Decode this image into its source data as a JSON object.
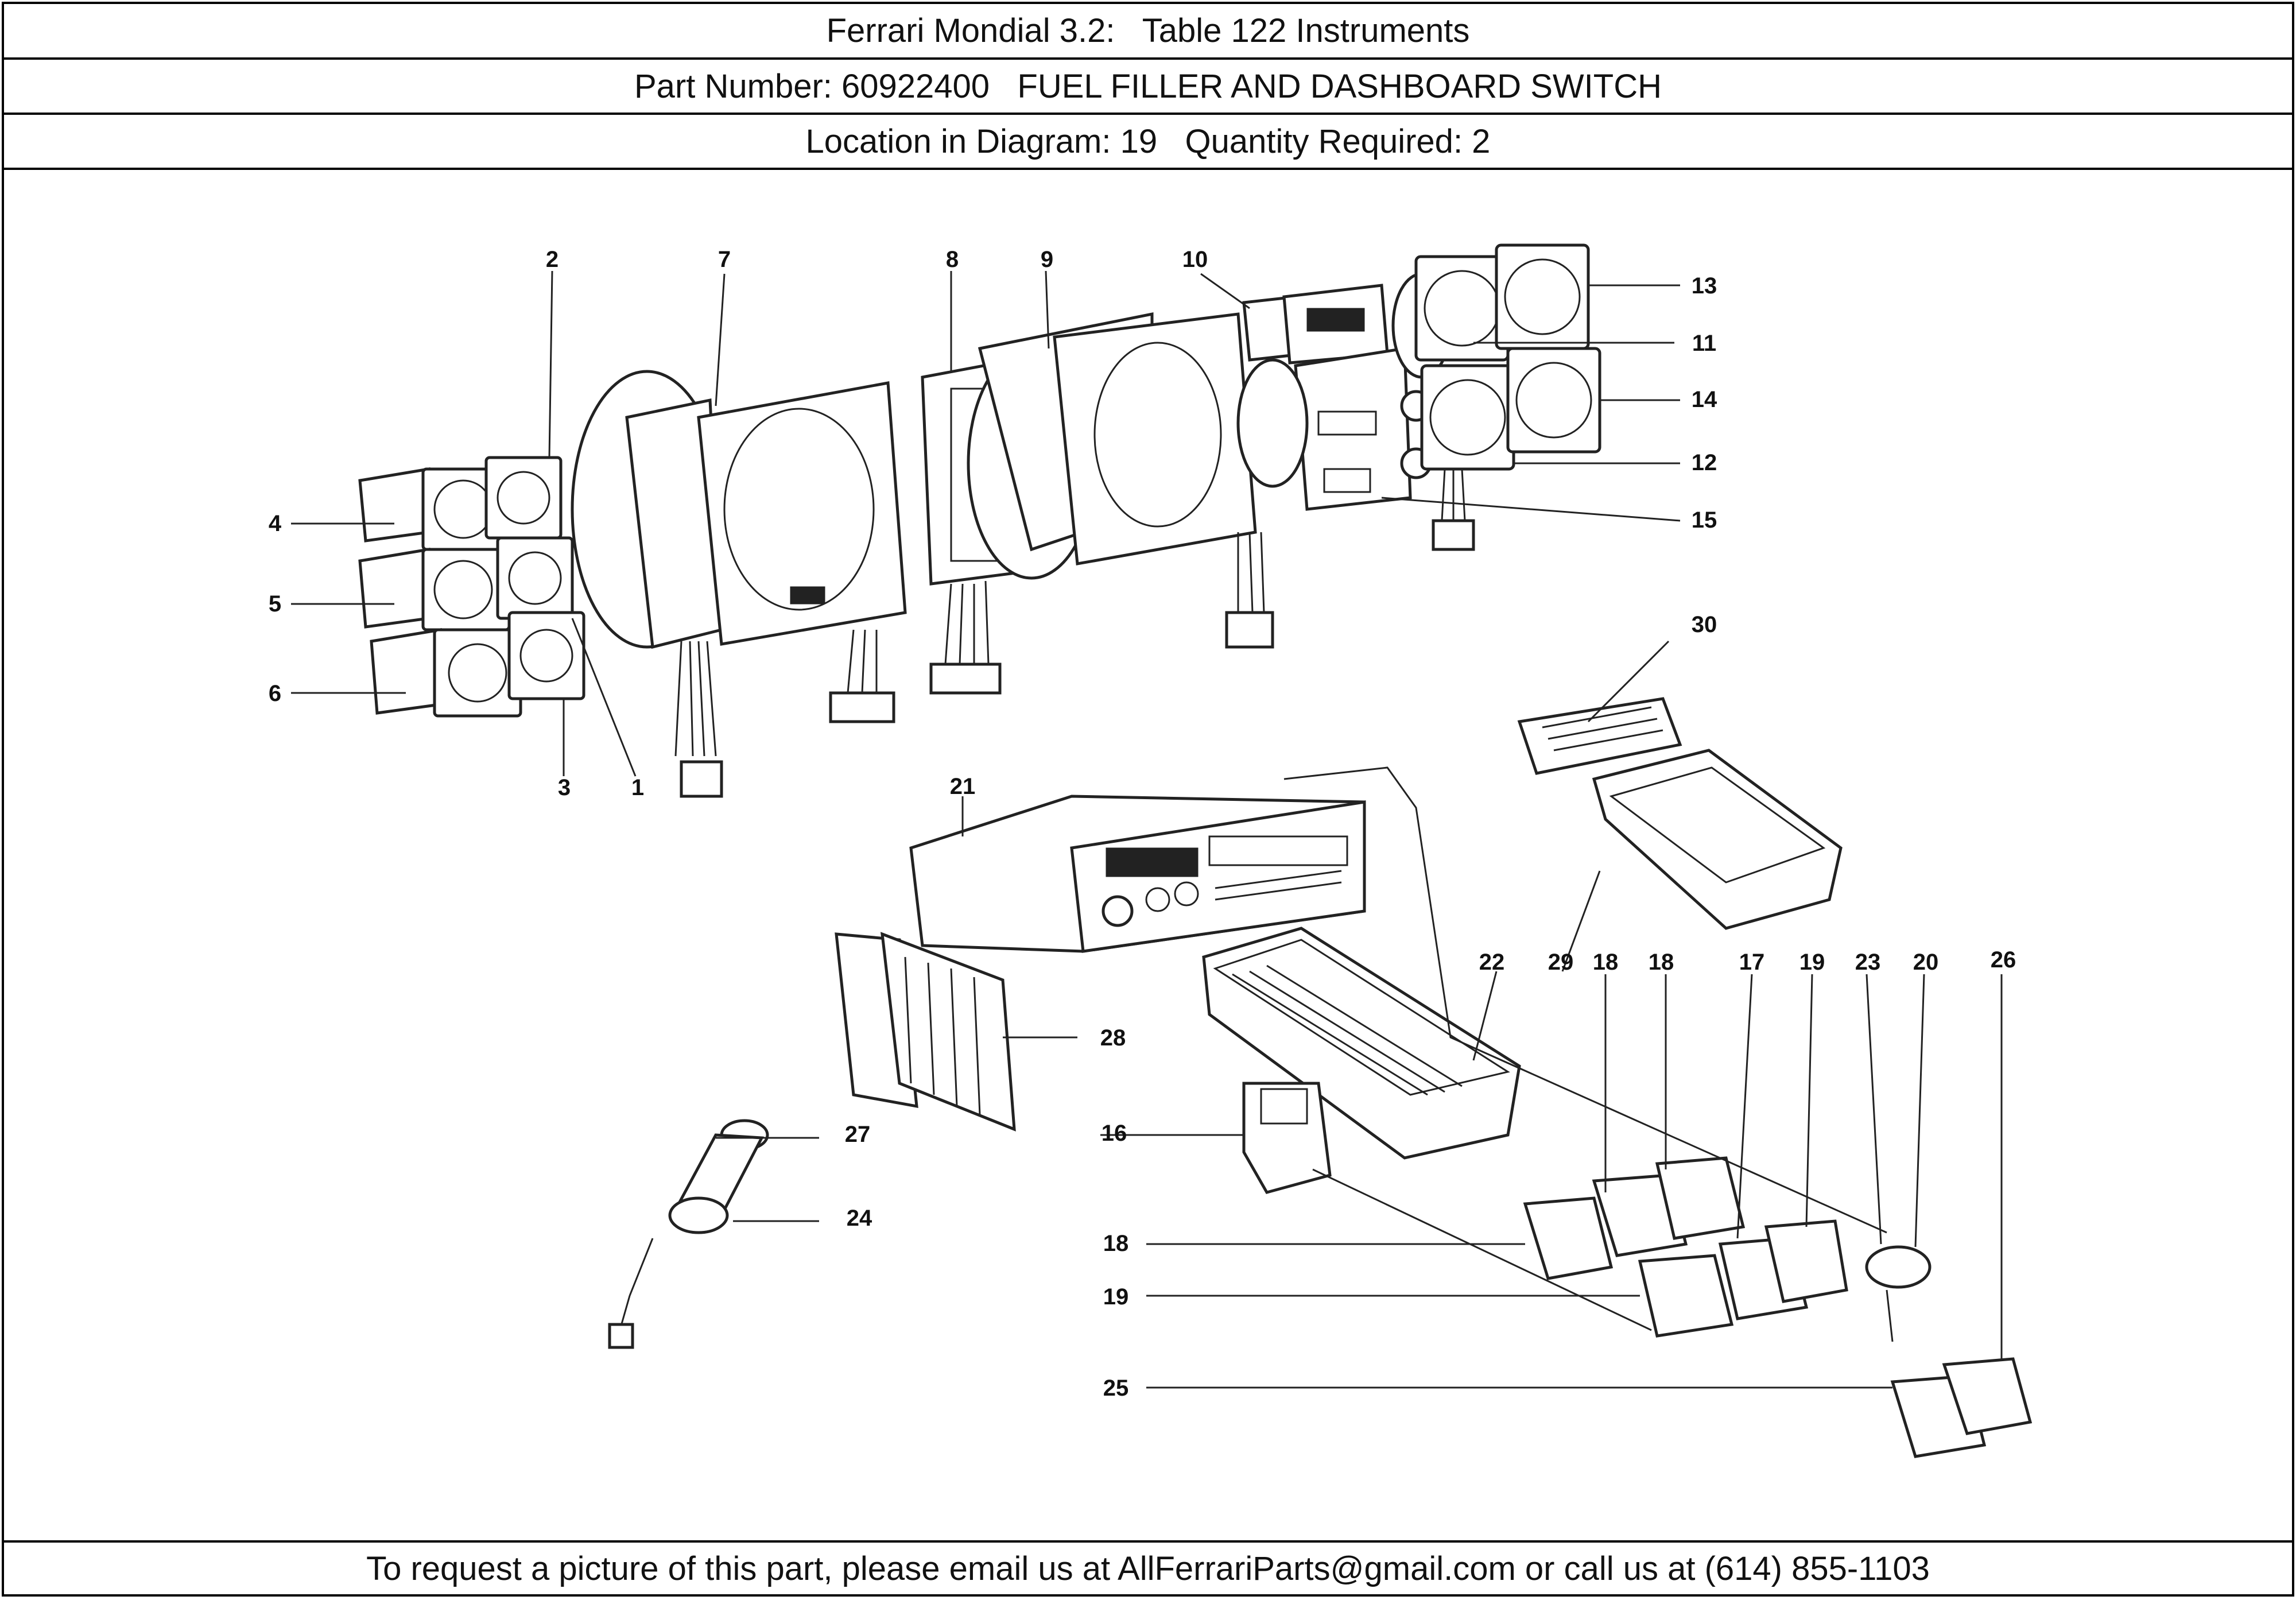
{
  "header": {
    "title": "Ferrari Mondial 3.2:   Table 122 Instruments",
    "part_number": "Part Number: 60922400   FUEL FILLER AND DASHBOARD SWITCH",
    "location": "Location in Diagram: 19   Quantity Required: 2"
  },
  "diagram": {
    "callouts": [
      "2",
      "7",
      "8",
      "9",
      "10",
      "13",
      "11",
      "14",
      "12",
      "15",
      "4",
      "5",
      "6",
      "3",
      "1",
      "30",
      "21",
      "22",
      "29",
      "18",
      "18",
      "17",
      "19",
      "23",
      "20",
      "26",
      "28",
      "27",
      "24",
      "16",
      "18",
      "19",
      "25"
    ]
  },
  "footer": {
    "text": "To request a picture of this part, please email us at AllFerrariParts@gmail.com or call us at (614) 855-1103"
  }
}
